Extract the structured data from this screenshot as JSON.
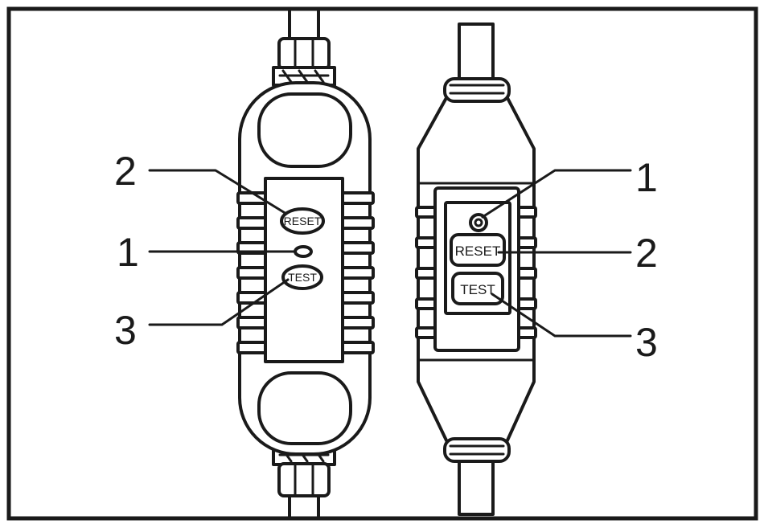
{
  "left_device": {
    "reset_label": "RESET",
    "test_label": "TEST",
    "callouts": {
      "reset": "2",
      "indicator": "1",
      "test": "3"
    }
  },
  "right_device": {
    "reset_label": "RESET",
    "test_label": "TEST",
    "callouts": {
      "indicator": "1",
      "reset": "2",
      "test": "3"
    }
  }
}
